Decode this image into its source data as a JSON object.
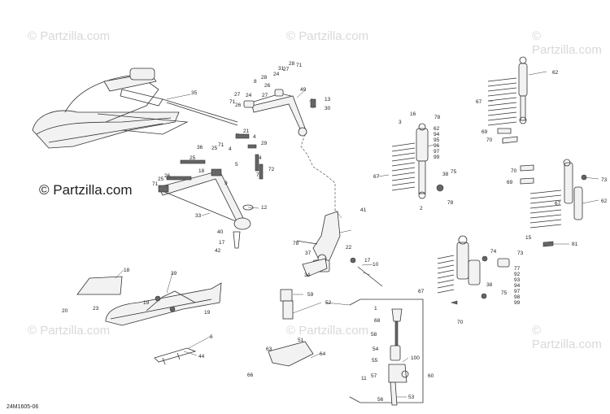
{
  "watermark": {
    "text": "© Partzilla.com",
    "main_text": "© Partzilla.com"
  },
  "diagram_code": "24M1605-06",
  "callouts": [
    "35",
    "27",
    "71",
    "8",
    "28",
    "24",
    "31",
    "27",
    "28",
    "71",
    "49",
    "13",
    "30",
    "26",
    "26",
    "24",
    "27",
    "21",
    "4",
    "29",
    "36",
    "25",
    "25",
    "71",
    "4",
    "5",
    "18",
    "71",
    "25",
    "26",
    "9",
    "4",
    "72",
    "7",
    "12",
    "33",
    "40",
    "17",
    "42",
    "41",
    "22",
    "78",
    "37",
    "17",
    "10",
    "34",
    "16",
    "3",
    "78",
    "62",
    "94",
    "95",
    "96",
    "97",
    "99",
    "67",
    "38",
    "75",
    "2",
    "78",
    "62",
    "67",
    "69",
    "70",
    "70",
    "69",
    "73",
    "67",
    "62",
    "15",
    "81",
    "74",
    "73",
    "77",
    "92",
    "93",
    "94",
    "97",
    "98",
    "99",
    "67",
    "38",
    "75",
    "70",
    "59",
    "52",
    "1",
    "68",
    "58",
    "54",
    "55",
    "100",
    "57",
    "11",
    "60",
    "56",
    "53",
    "51",
    "63",
    "64",
    "66",
    "18",
    "39",
    "20",
    "23",
    "19",
    "19",
    "6",
    "44"
  ]
}
